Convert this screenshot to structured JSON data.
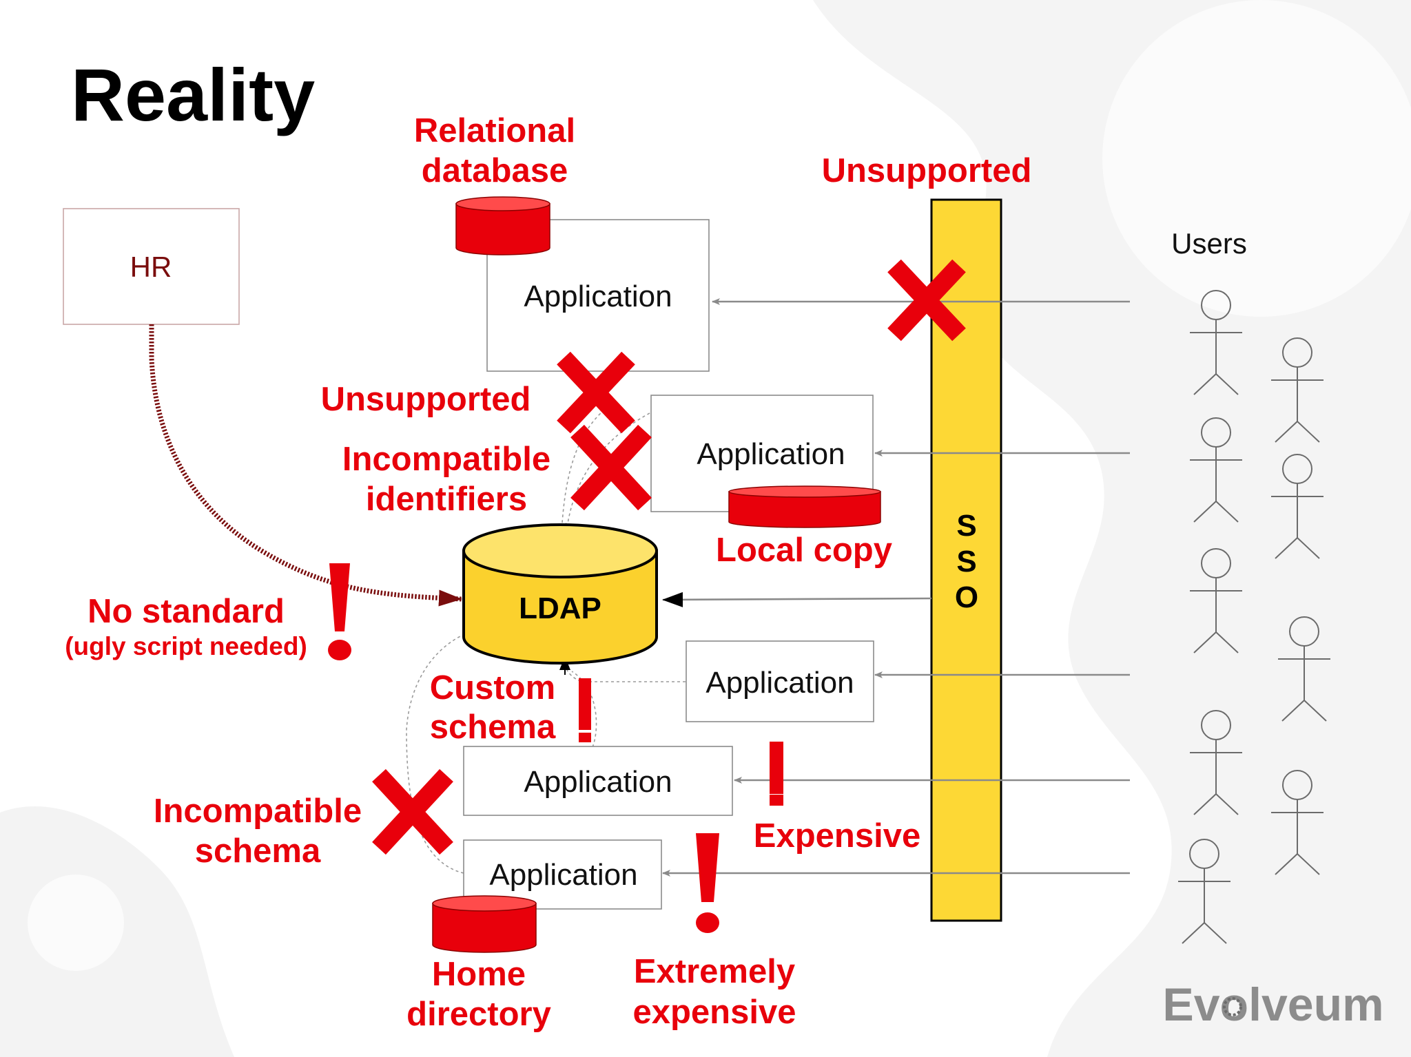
{
  "slide": {
    "title": "Reality",
    "logo_text": "Evolveum"
  },
  "nodes": {
    "hr": "HR",
    "ldap": "LDAP",
    "sso_letters": [
      "S",
      "S",
      "O"
    ],
    "users": "Users",
    "applications": [
      "Application",
      "Application",
      "Application",
      "Application",
      "Application"
    ]
  },
  "annotations": {
    "relational_database": [
      "Relational",
      "database"
    ],
    "unsupported_sso": "Unsupported",
    "unsupported_ldap": "Unsupported",
    "incompatible_identifiers": [
      "Incompatible",
      "identifiers"
    ],
    "local_copy": "Local copy",
    "no_standard": "No standard",
    "ugly_script": "(ugly script needed)",
    "custom_schema": [
      "Custom",
      "schema"
    ],
    "expensive": "Expensive",
    "incompatible_schema": [
      "Incompatible",
      "schema"
    ],
    "home_directory": [
      "Home",
      "directory"
    ],
    "extremely_expensive": [
      "Extremely",
      "expensive"
    ]
  },
  "colors": {
    "red": "#e8000b",
    "sso_yellow": "#fdd835",
    "ldap_yellow": "#fbd12d",
    "hr_text": "#7a0d0d",
    "hr_link": "#7a0d0d",
    "lines": "#8a8a8a"
  }
}
